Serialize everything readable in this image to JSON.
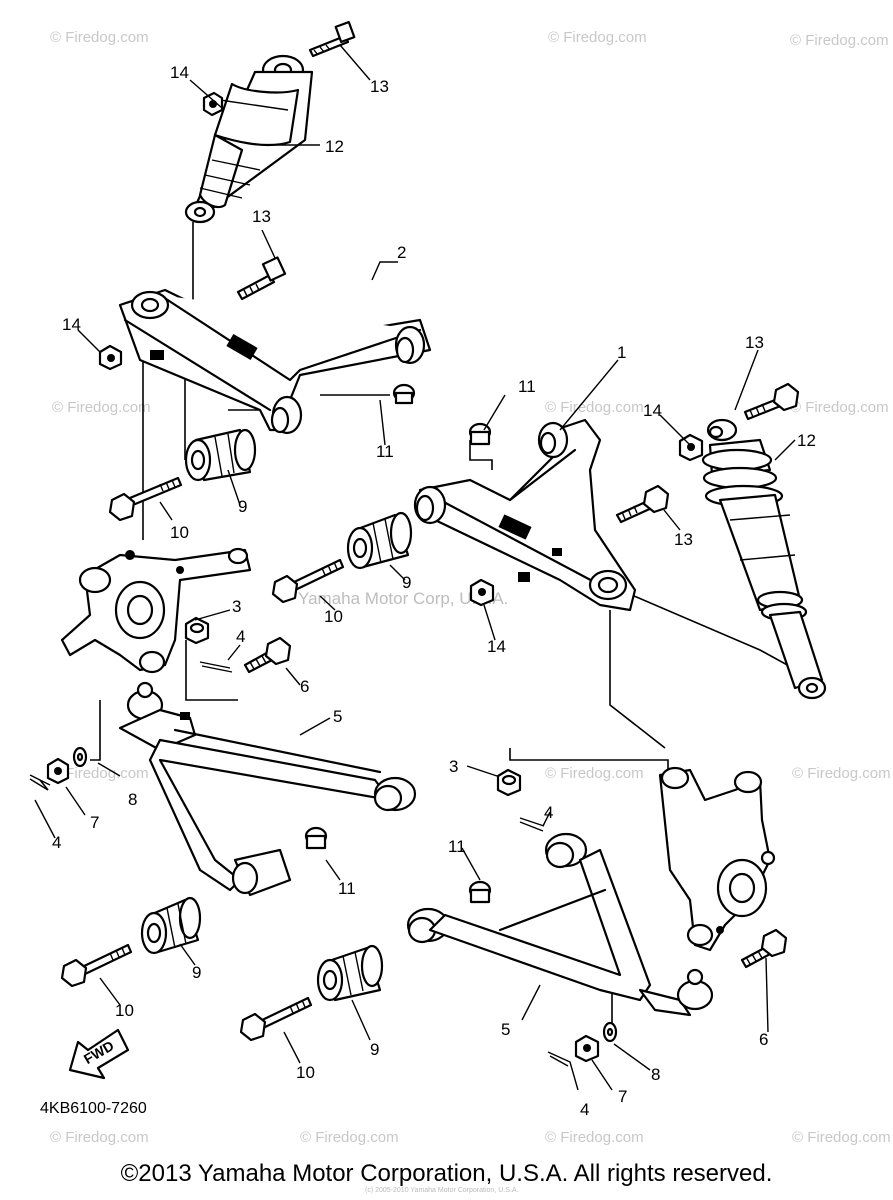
{
  "diagram_code": "4KB6100-7260",
  "copyright": "©2013 Yamaha Motor Corporation, U.S.A. All rights reserved.",
  "center_watermark": "Yamaha Motor Corp, U.S.A.",
  "watermark": "© Firedog.com",
  "fine_print": "(c) 2005-2010 Yamaha Motor Corporation, U.S.A.",
  "fwd_label": "FWD",
  "callouts": {
    "c1": "1",
    "c2": "2",
    "c3a": "3",
    "c3b": "3",
    "c4a": "4",
    "c4b": "4",
    "c4c": "4",
    "c4d": "4",
    "c5a": "5",
    "c5b": "5",
    "c6a": "6",
    "c6b": "6",
    "c7a": "7",
    "c7b": "7",
    "c8a": "8",
    "c8b": "8",
    "c9a": "9",
    "c9b": "9",
    "c9c": "9",
    "c9d": "9",
    "c10a": "10",
    "c10b": "10",
    "c10c": "10",
    "c10d": "10",
    "c11a": "11",
    "c11b": "11",
    "c11c": "11",
    "c11d": "11",
    "c12a": "12",
    "c12b": "12",
    "c13a": "13",
    "c13b": "13",
    "c13c": "13",
    "c13d": "13",
    "c14a": "14",
    "c14b": "14",
    "c14c": "14",
    "c14d": "14"
  }
}
